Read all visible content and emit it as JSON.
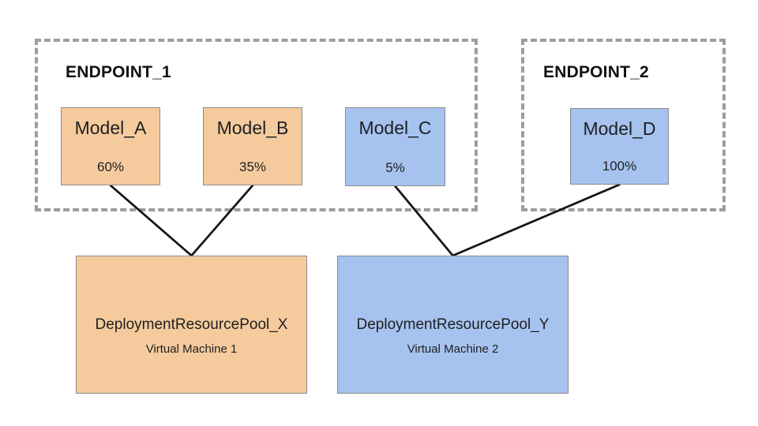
{
  "diagram": {
    "colors": {
      "orange_fill": "#f5cb9e",
      "blue_fill": "#a6c3f0",
      "node_border": "#8a8a8a",
      "endpoint_border": "#9d9d9d",
      "connector": "#151515"
    },
    "endpoints": [
      {
        "id": "endpoint_1",
        "label": "ENDPOINT_1"
      },
      {
        "id": "endpoint_2",
        "label": "ENDPOINT_2"
      }
    ],
    "models": [
      {
        "id": "model_a",
        "label": "Model_A",
        "traffic_split": "60%",
        "endpoint": "endpoint_1",
        "theme": "orange"
      },
      {
        "id": "model_b",
        "label": "Model_B",
        "traffic_split": "35%",
        "endpoint": "endpoint_1",
        "theme": "orange"
      },
      {
        "id": "model_c",
        "label": "Model_C",
        "traffic_split": "5%",
        "endpoint": "endpoint_1",
        "theme": "blue"
      },
      {
        "id": "model_d",
        "label": "Model_D",
        "traffic_split": "100%",
        "endpoint": "endpoint_2",
        "theme": "blue"
      }
    ],
    "pools": [
      {
        "id": "pool_x",
        "label": "DeploymentResourcePool_X",
        "sublabel": "Virtual Machine 1",
        "theme": "orange"
      },
      {
        "id": "pool_y",
        "label": "DeploymentResourcePool_Y",
        "sublabel": "Virtual Machine 2",
        "theme": "blue"
      }
    ],
    "edges": [
      {
        "from": "model_a",
        "to": "pool_x"
      },
      {
        "from": "model_b",
        "to": "pool_x"
      },
      {
        "from": "model_c",
        "to": "pool_y"
      },
      {
        "from": "model_d",
        "to": "pool_y"
      }
    ]
  }
}
